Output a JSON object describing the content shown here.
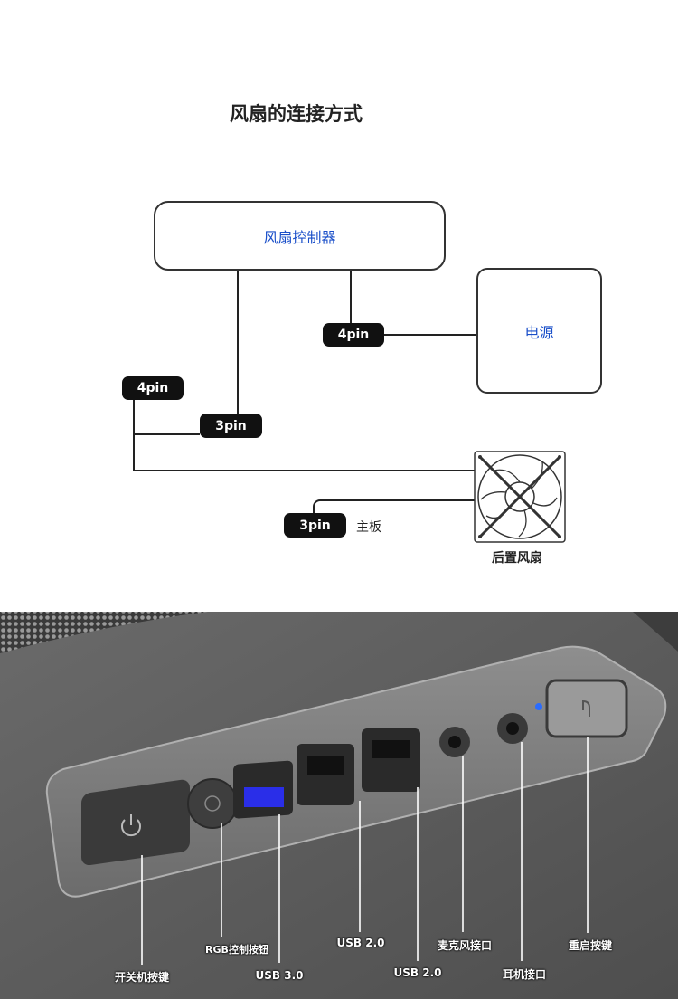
{
  "title": "风扇的连接方式",
  "diagram": {
    "controller": "风扇控制器",
    "power_supply": "电源",
    "connectors": {
      "psu_4pin": "4pin",
      "fan_4pin": "4pin",
      "controller_3pin": "3pin",
      "mobo_3pin": "3pin"
    },
    "motherboard": "主板",
    "rear_fan": "后置风扇"
  },
  "panel": {
    "labels": {
      "power_button": "开关机按键",
      "rgb_button": "RGB控制按钮",
      "usb3": "USB 3.0",
      "usb2_a": "USB 2.0",
      "usb2_b": "USB 2.0",
      "mic": "麦克风接口",
      "headphone": "耳机接口",
      "reset": "重启按键"
    },
    "colors": {
      "usb3": "#2a2ee8",
      "led_power": "#2a6cff",
      "led_hdd": "#e02020"
    }
  }
}
